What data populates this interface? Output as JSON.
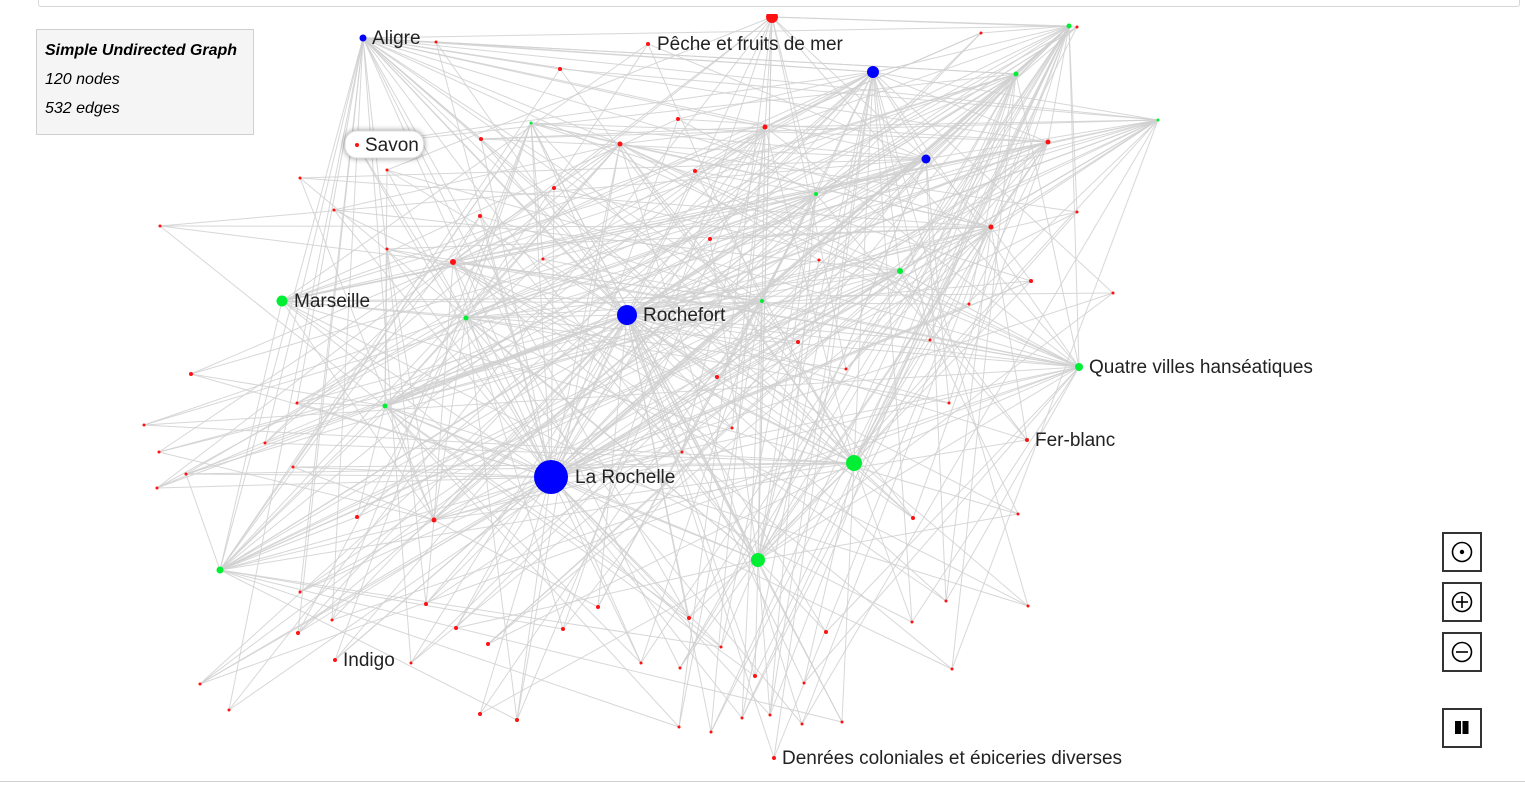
{
  "info": {
    "title": "Simple Undirected Graph",
    "nodes_text": "120 nodes",
    "edges_text": "532 edges"
  },
  "colors": {
    "edge": "#d0d0d0",
    "port": "#0000ff",
    "region": "#00ee33",
    "product": "#ff1111",
    "panel_bg": "#f5f5f5"
  },
  "hovered_label": "Savon",
  "labeled_nodes": [
    {
      "id": "aligre",
      "label": "Aligre",
      "type": "port"
    },
    {
      "id": "peche",
      "label": "Pêche et fruits de mer",
      "type": "product"
    },
    {
      "id": "savon",
      "label": "Savon",
      "type": "product"
    },
    {
      "id": "marseille",
      "label": "Marseille",
      "type": "region"
    },
    {
      "id": "rochefort",
      "label": "Rochefort",
      "type": "port"
    },
    {
      "id": "quatre",
      "label": "Quatre villes hanséatiques",
      "type": "region"
    },
    {
      "id": "ferblanc",
      "label": "Fer-blanc",
      "type": "product"
    },
    {
      "id": "larochelle",
      "label": "La Rochelle",
      "type": "port"
    },
    {
      "id": "indigo",
      "label": "Indigo",
      "type": "product"
    },
    {
      "id": "denrees",
      "label": "Denrées coloniales et épiceries diverses",
      "type": "product"
    }
  ],
  "controls": [
    {
      "id": "center",
      "icon": "center-target-icon"
    },
    {
      "id": "zoom_in",
      "icon": "zoom-in-icon"
    },
    {
      "id": "zoom_out",
      "icon": "zoom-out-icon"
    },
    {
      "id": "pause",
      "icon": "pause-icon"
    }
  ]
}
